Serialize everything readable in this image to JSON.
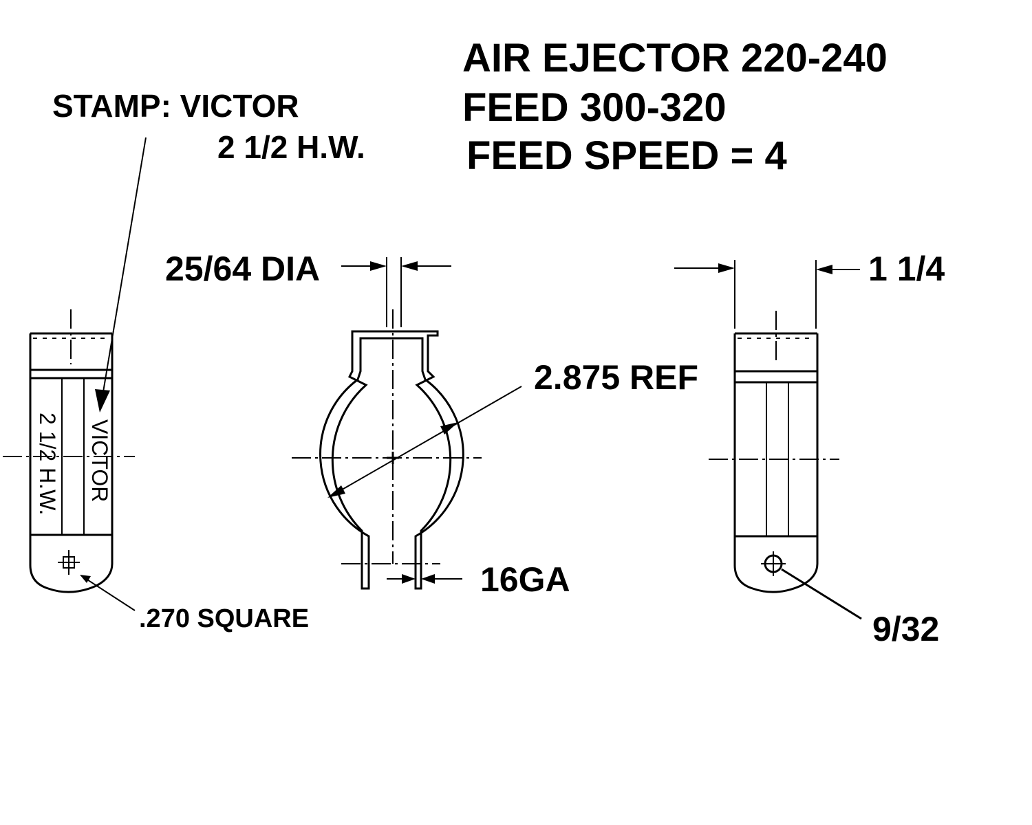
{
  "notes": {
    "title_line1": "AIR EJECTOR 220-240",
    "title_line2": "FEED 300-320",
    "title_line3": "FEED SPEED = 4",
    "stamp_line1": "STAMP: VICTOR",
    "stamp_line2": "2 1/2 H.W."
  },
  "part_stamp": {
    "text1": "VICTOR",
    "text2": "2 1/2 H.W."
  },
  "dimensions": {
    "slot_dia": "25/64 DIA",
    "ref_dia": "2.875 REF",
    "width": "1 1/4",
    "gauge": "16GA",
    "square_hole": ".270 SQUARE",
    "round_hole": "9/32"
  }
}
